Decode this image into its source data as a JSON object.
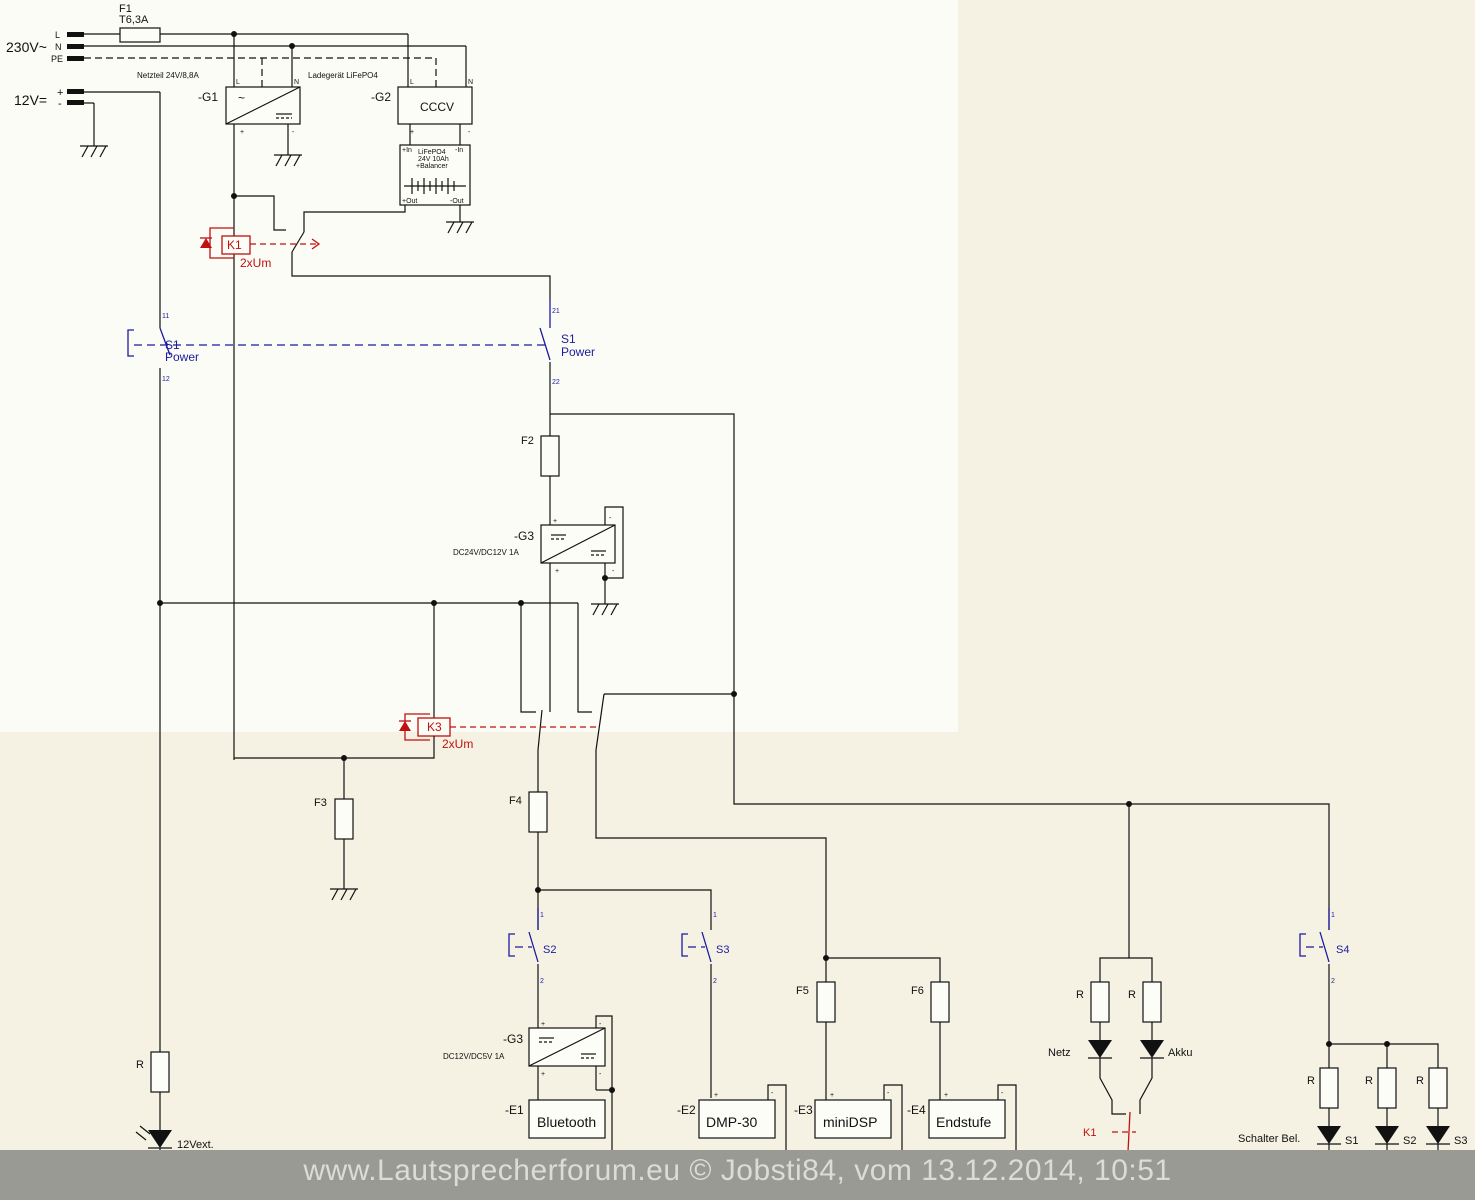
{
  "footer": {
    "text": "www.Lautsprecherforum.eu © Jobsti84, vom 13.12.2014, 10:51"
  },
  "supply": {
    "mains_label": "230V~",
    "l": "L",
    "n": "N",
    "pe": "PE",
    "fuse_name": "F1",
    "fuse_rating": "T6,3A",
    "dc_label": "12V=",
    "plus": "+",
    "minus": "-"
  },
  "g1": {
    "id": "-G1",
    "title": "Netzteil 24V/8,8A",
    "l": "L",
    "n": "N",
    "ac": "~",
    "plus": "+",
    "minus": "-"
  },
  "g2": {
    "id": "-G2",
    "title": "Ladegerät LiFePO4",
    "label": "CCCV",
    "l": "L",
    "n": "N",
    "plus": "+",
    "minus": "-"
  },
  "battery": {
    "line1": "LiFePO4",
    "line2": "24V 10Ah",
    "line3": "+Balancer",
    "in_plus": "+In",
    "in_minus": "-In",
    "out_plus": "+Out",
    "out_minus": "-Out"
  },
  "k1": {
    "name": "K1",
    "type": "2xUm"
  },
  "k3": {
    "name": "K3",
    "type": "2xUm"
  },
  "s1": {
    "name": "S1",
    "label": "Power",
    "c11": "11",
    "c12": "12",
    "c21": "21",
    "c22": "22"
  },
  "g3a": {
    "id": "-G3",
    "title": "DC24V/DC12V 1A",
    "plus": "+",
    "minus": "-"
  },
  "g3b": {
    "id": "-G3",
    "title": "DC12V/DC5V 1A",
    "plus": "+",
    "minus": "-"
  },
  "fuses": {
    "f2": "F2",
    "f3": "F3",
    "f4": "F4",
    "f5": "F5",
    "f6": "F6"
  },
  "switches": {
    "s2": "S2",
    "s3": "S3",
    "s4": "S4",
    "c1": "1",
    "c2": "2"
  },
  "loads": {
    "e1": {
      "id": "-E1",
      "label": "Bluetooth"
    },
    "e2": {
      "id": "-E2",
      "label": "DMP-30"
    },
    "e3": {
      "id": "-E3",
      "label": "miniDSP"
    },
    "e4": {
      "id": "-E4",
      "label": "Endstufe"
    },
    "plus": "+",
    "minus": "-"
  },
  "indicators": {
    "r": "R",
    "ext": "12Vext.",
    "netz": "Netz",
    "akku": "Akku",
    "k1": "K1",
    "schalter": "Schalter Bel.",
    "s1": "S1",
    "s2": "S2",
    "s3": "S3"
  }
}
